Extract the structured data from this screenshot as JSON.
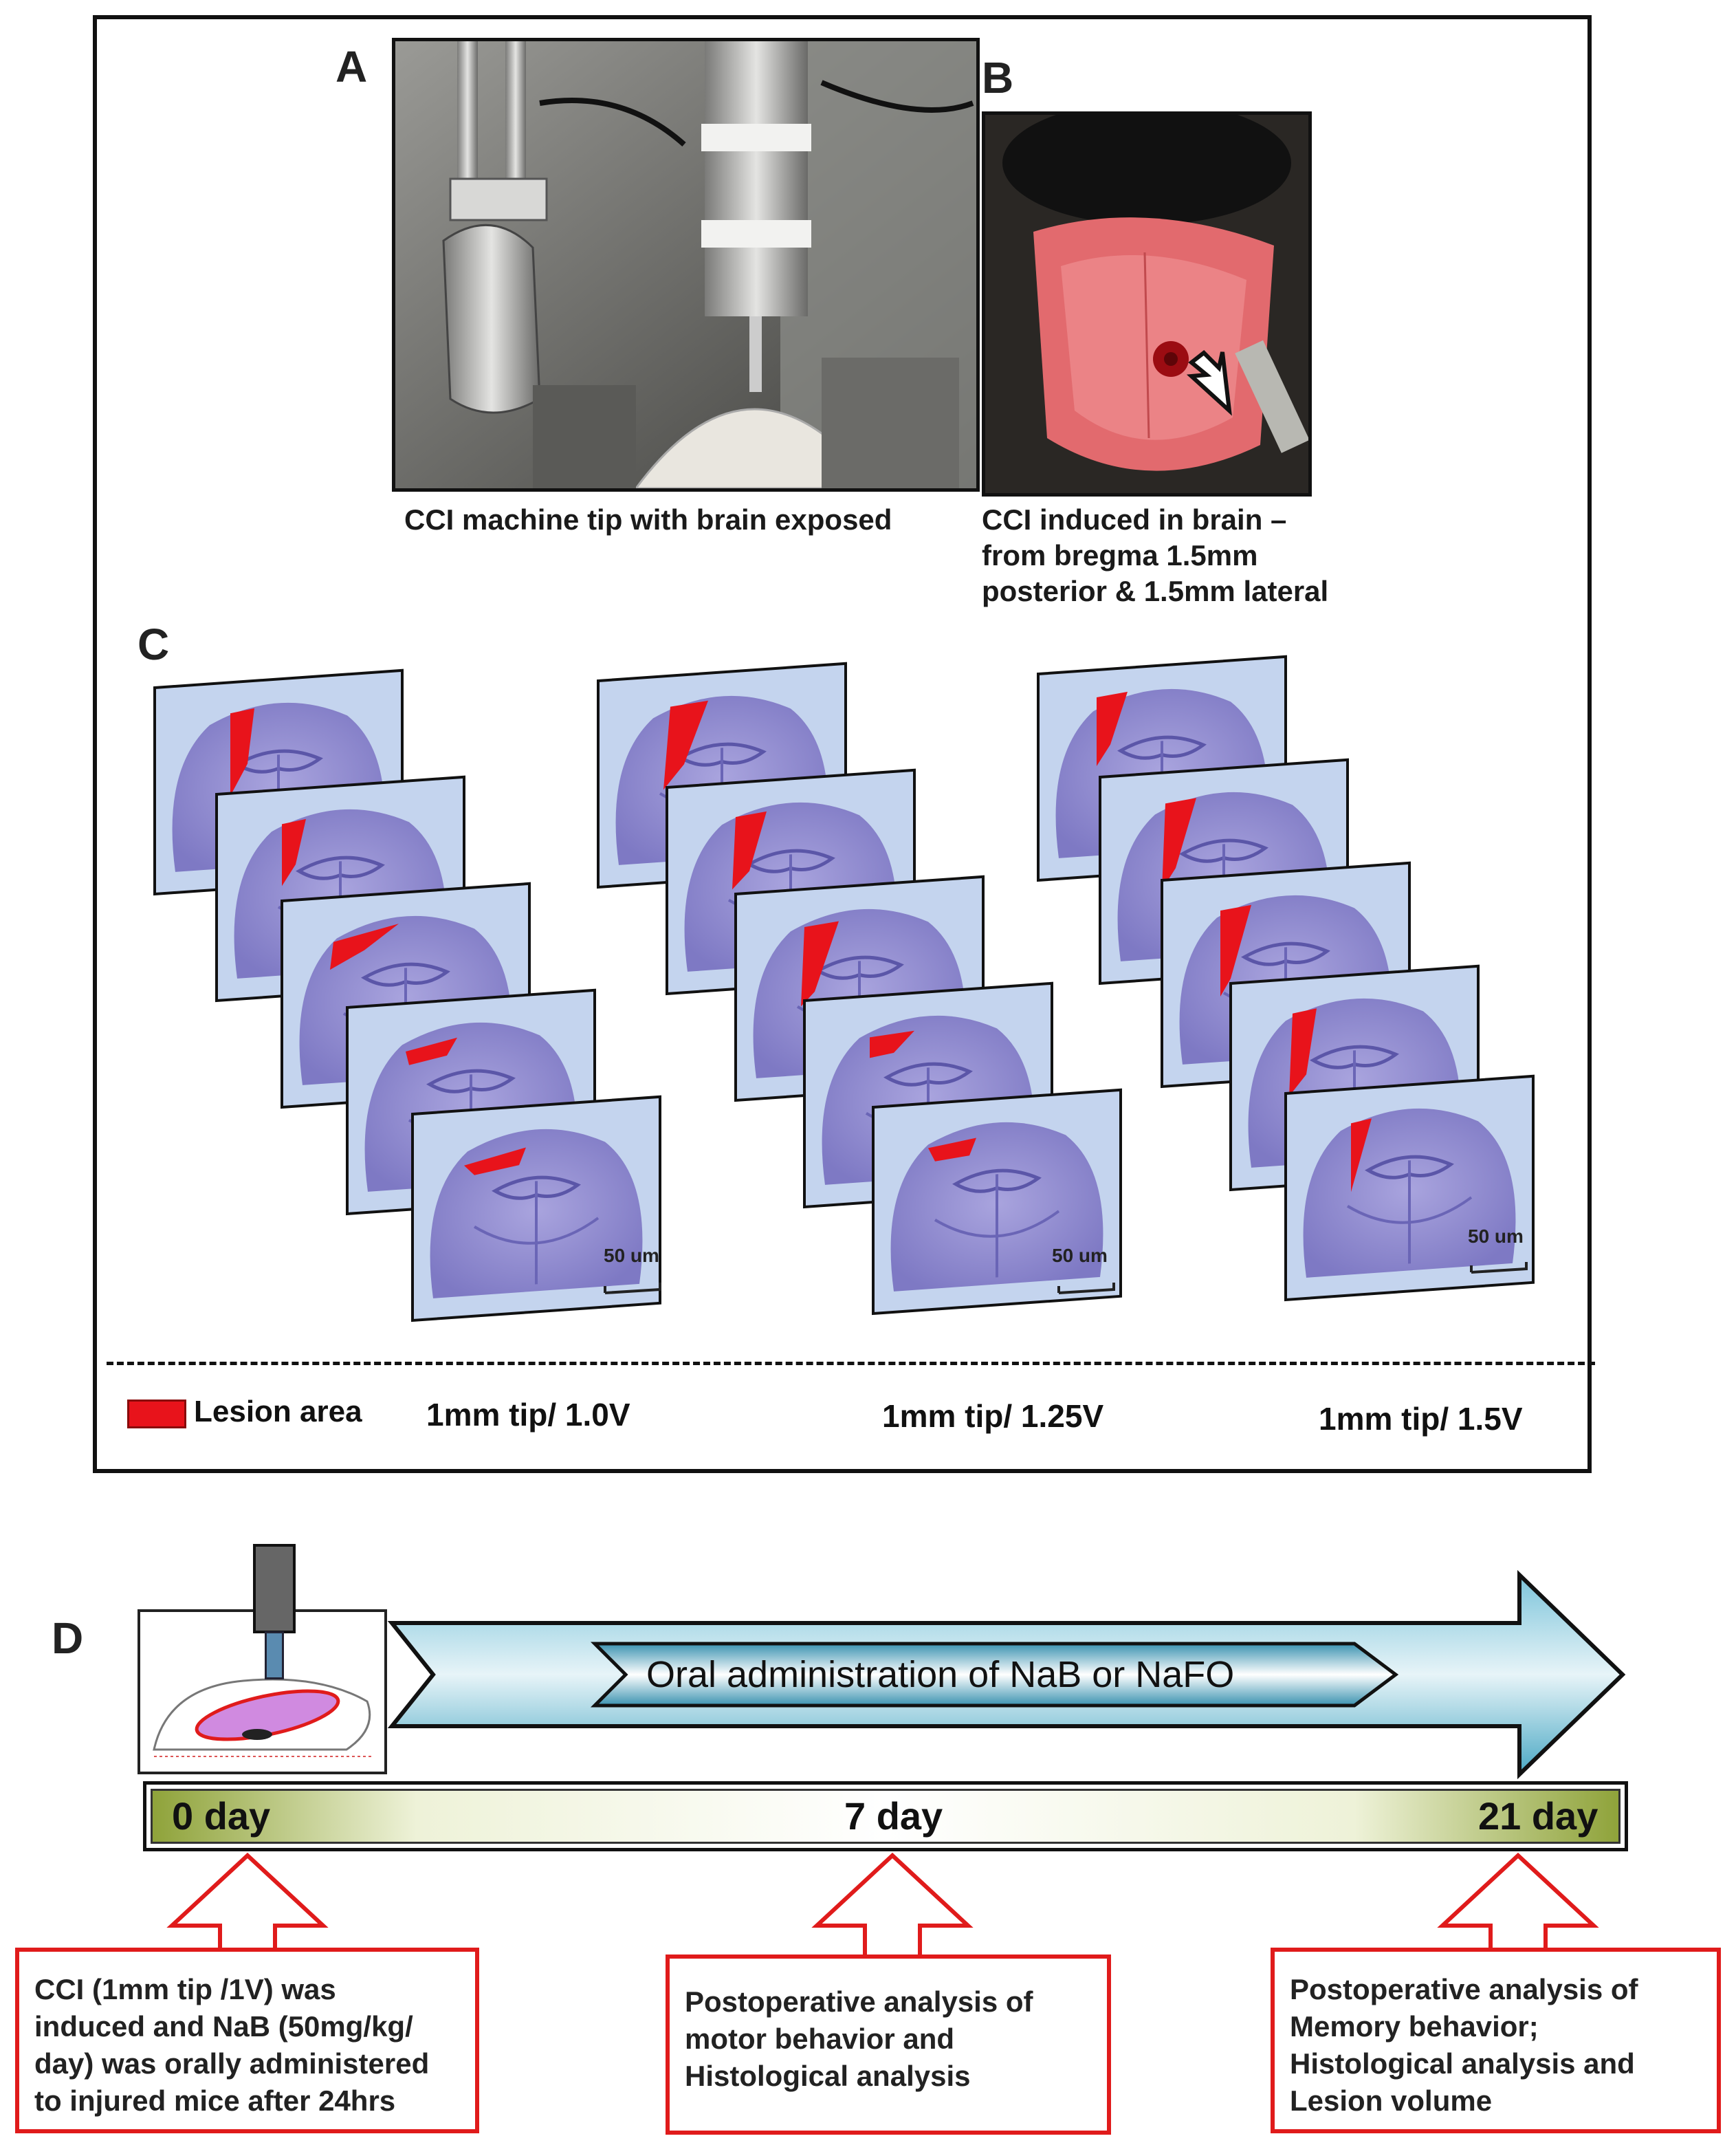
{
  "panels": {
    "a": {
      "letter": "A",
      "caption": "CCI machine tip with brain exposed"
    },
    "b": {
      "letter": "B",
      "caption_lines": [
        "CCI induced in brain –",
        "from bregma 1.5mm",
        "posterior & 1.5mm lateral"
      ]
    },
    "c": {
      "letter": "C",
      "scale_label": "50 um"
    },
    "d": {
      "letter": "D"
    }
  },
  "legend": {
    "lesion_label": "Lesion area",
    "lesion_color": "#e8131b"
  },
  "groups": [
    {
      "label": "1mm tip/ 1.0V"
    },
    {
      "label": "1mm tip/ 1.25V"
    },
    {
      "label": "1mm tip/ 1.5V"
    }
  ],
  "timeline": {
    "arrow_text": "Oral administration of NaB or NaFO",
    "days": [
      "0 day",
      "7 day",
      "21 day"
    ],
    "boxes": [
      [
        "CCI (1mm tip /1V) was",
        "induced and NaB (50mg/kg/",
        "day) was orally administered",
        "to injured mice after 24hrs"
      ],
      [
        "Postoperative analysis of",
        "motor behavior and",
        "Histological analysis"
      ],
      [
        "Postoperative analysis of",
        "Memory behavior;",
        "Histological analysis and",
        "Lesion volume"
      ]
    ]
  },
  "colors": {
    "box_border": "#e01b1b",
    "arrow_fill": "#4aa8c4",
    "tissue": "#8f8ad2"
  }
}
